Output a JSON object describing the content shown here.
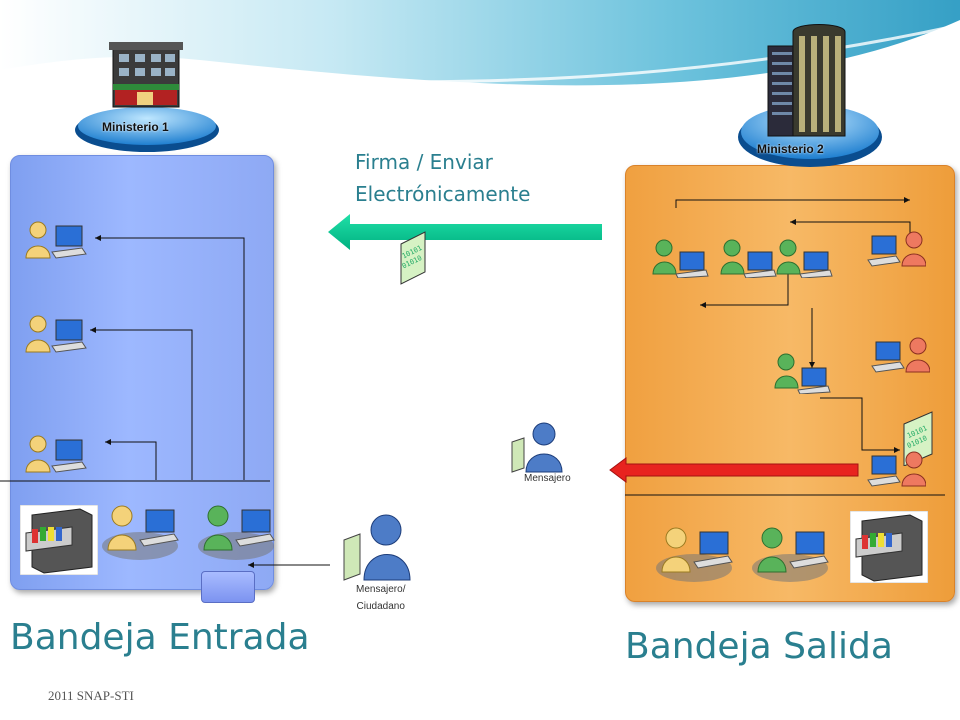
{
  "ministries": {
    "left_label": "Ministerio 1",
    "right_label": "Ministerio 2"
  },
  "caption": {
    "line1": "Firma / Enviar",
    "line2": "Electrónicamente"
  },
  "actors": {
    "messenger_label": "Mensajero",
    "messenger_citizen_line1": "Mensajero/",
    "messenger_citizen_line2": "Ciudadano"
  },
  "titles": {
    "inbox": "Bandeja Entrada",
    "outbox": "Bandeja Salida"
  },
  "footer": "2011 SNAP-STI",
  "colors": {
    "inbox_panel": "#8ea9f4",
    "outbox_panel": "#f3ad57",
    "send_arrow": "#00c896",
    "red_arrow": "#e8231f",
    "title_text": "#2a7f8f",
    "header_band": "#2fa3c8"
  },
  "document_icon_text": "10101"
}
